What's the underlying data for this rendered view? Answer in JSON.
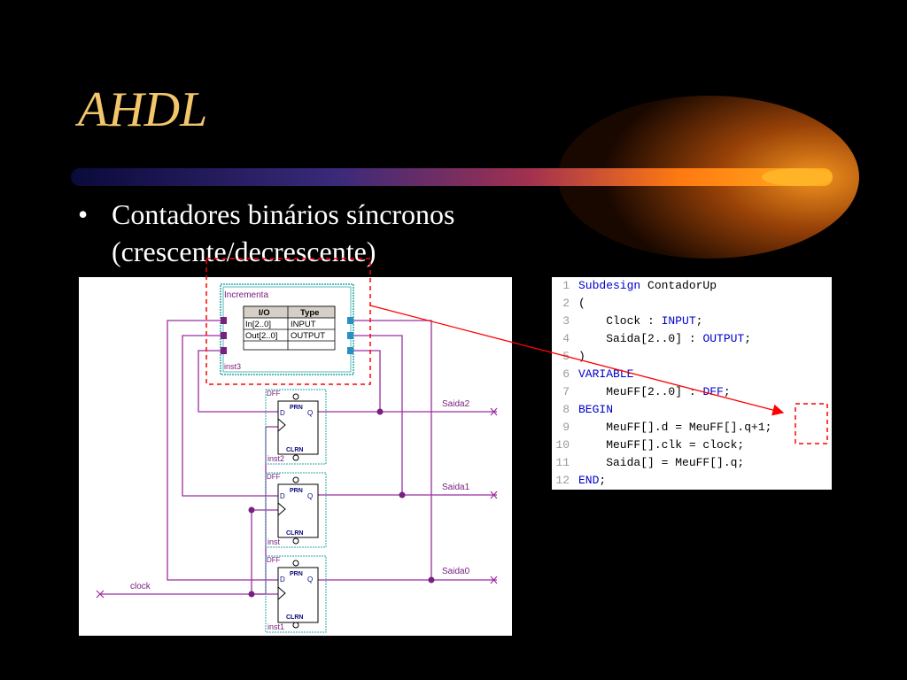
{
  "slide": {
    "title": "AHDL",
    "bullet_symbol": "•",
    "bullet_line1": "Contadores binários síncronos",
    "bullet_line2": "(crescente/decrescente)"
  },
  "schematic": {
    "block_name": "Incrementa",
    "block_instance": "inst3",
    "table_headers": [
      "I/O",
      "Type"
    ],
    "table_rows": [
      {
        "io": "In[2..0]",
        "type": "INPUT"
      },
      {
        "io": "Out[2..0]",
        "type": "OUTPUT"
      }
    ],
    "flipflops": [
      {
        "type": "DFF",
        "prn": "PRN",
        "clrn": "CLRN",
        "d": "D",
        "q": "Q",
        "instance": "inst2",
        "output": "Saida2"
      },
      {
        "type": "DFF",
        "prn": "PRN",
        "clrn": "CLRN",
        "d": "D",
        "q": "Q",
        "instance": "inst",
        "output": "Saida1"
      },
      {
        "type": "DFF",
        "prn": "PRN",
        "clrn": "CLRN",
        "d": "D",
        "q": "Q",
        "instance": "inst1",
        "output": "Saida0"
      }
    ],
    "clock_label": "clock"
  },
  "code": {
    "lines": [
      {
        "n": "1",
        "parts": [
          {
            "t": "Subdesign",
            "c": "kw"
          },
          {
            "t": " ContadorUp",
            "c": "txt"
          }
        ]
      },
      {
        "n": "2",
        "parts": [
          {
            "t": "(",
            "c": "txt"
          }
        ]
      },
      {
        "n": "3",
        "parts": [
          {
            "t": "    Clock : ",
            "c": "txt"
          },
          {
            "t": "INPUT",
            "c": "ty"
          },
          {
            "t": ";",
            "c": "txt"
          }
        ]
      },
      {
        "n": "4",
        "parts": [
          {
            "t": "    Saida[2..0] : ",
            "c": "txt"
          },
          {
            "t": "OUTPUT",
            "c": "ty"
          },
          {
            "t": ";",
            "c": "txt"
          }
        ]
      },
      {
        "n": "5",
        "parts": [
          {
            "t": ")",
            "c": "txt"
          }
        ]
      },
      {
        "n": "6",
        "parts": [
          {
            "t": "VARIABLE",
            "c": "kw"
          }
        ]
      },
      {
        "n": "7",
        "parts": [
          {
            "t": "    MeuFF[2..0] : ",
            "c": "txt"
          },
          {
            "t": "DFF",
            "c": "ty"
          },
          {
            "t": ";",
            "c": "txt"
          }
        ]
      },
      {
        "n": "8",
        "parts": [
          {
            "t": "BEGIN",
            "c": "kw"
          }
        ]
      },
      {
        "n": "9",
        "parts": [
          {
            "t": "    MeuFF[].d = MeuFF[].q+1;",
            "c": "txt"
          }
        ]
      },
      {
        "n": "10",
        "parts": [
          {
            "t": "    MeuFF[].clk = clock;",
            "c": "txt"
          }
        ]
      },
      {
        "n": "11",
        "parts": [
          {
            "t": "    Saida[] = MeuFF[].q;",
            "c": "txt"
          }
        ]
      },
      {
        "n": "12",
        "parts": [
          {
            "t": "END",
            "c": "kw"
          },
          {
            "t": ";",
            "c": "txt"
          }
        ]
      }
    ]
  },
  "colors": {
    "title": "#f3c66c",
    "wire": "#9b2fa0",
    "annotation": "#ff0000",
    "block_border": "#2aa7a7",
    "keyword": "#0000cc"
  }
}
